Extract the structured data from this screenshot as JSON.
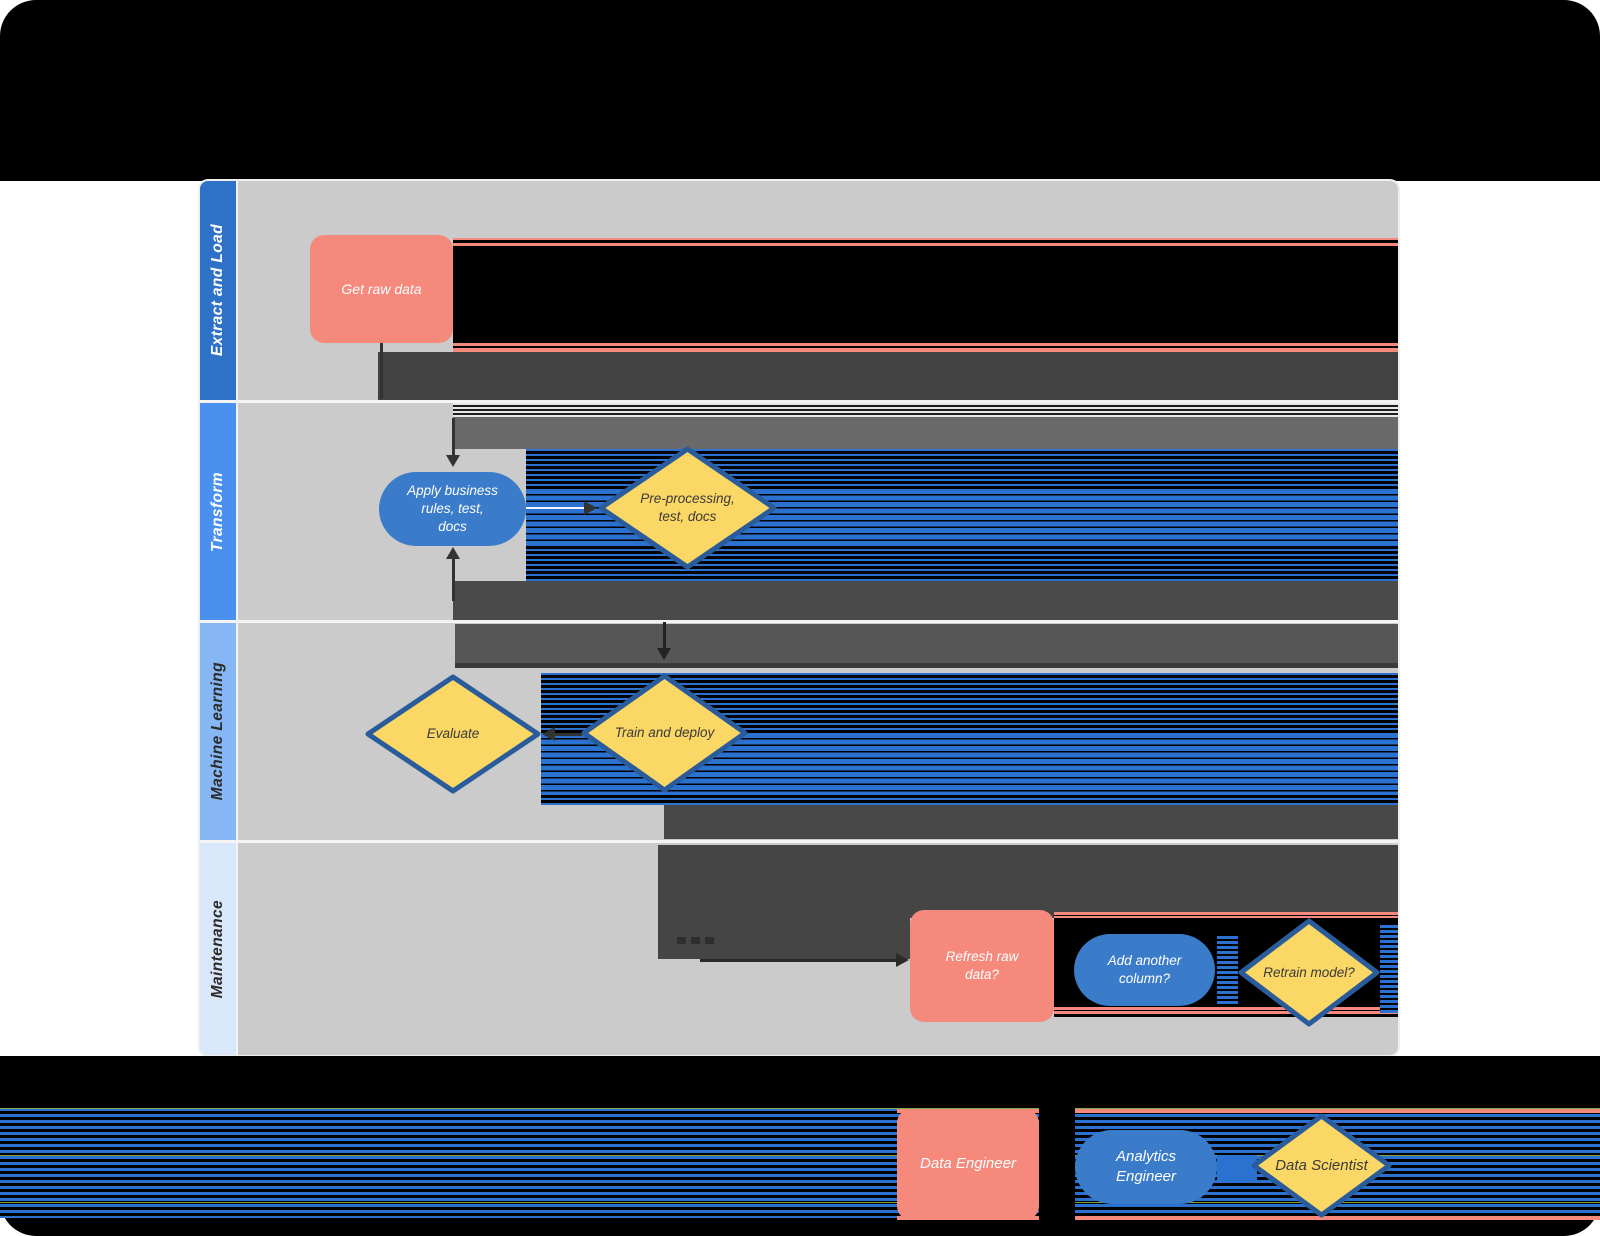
{
  "diagram": {
    "lanes": [
      {
        "id": "extract",
        "label": "Extract and Load"
      },
      {
        "id": "transform",
        "label": "Transform"
      },
      {
        "id": "ml",
        "label": "Machine Learning"
      },
      {
        "id": "maintenance",
        "label": "Maintenance"
      }
    ],
    "nodes": {
      "get_raw_data": {
        "label": "Get raw data",
        "shape": "rounded-rectangle",
        "role": "Data Engineer"
      },
      "apply_rules": {
        "label": "Apply business\nrules, test,\ndocs",
        "shape": "stadium",
        "role": "Analytics Engineer"
      },
      "preprocessing": {
        "label": "Pre-processing,\ntest, docs",
        "shape": "diamond",
        "role": "Data Scientist"
      },
      "evaluate": {
        "label": "Evaluate",
        "shape": "diamond",
        "role": "Data Scientist"
      },
      "train_deploy": {
        "label": "Train and deploy",
        "shape": "diamond",
        "role": "Data Scientist"
      },
      "refresh_raw": {
        "label": "Refresh raw\ndata?",
        "shape": "rounded-rectangle",
        "role": "Data Engineer"
      },
      "add_column": {
        "label": "Add another\ncolumn?",
        "shape": "stadium",
        "role": "Analytics Engineer"
      },
      "retrain": {
        "label": "Retrain model?",
        "shape": "diamond",
        "role": "Data Scientist"
      }
    },
    "legend": {
      "data_engineer": {
        "label": "Data Engineer",
        "shape": "rounded-rectangle"
      },
      "analytics_engineer": {
        "label": "Analytics\nEngineer",
        "shape": "stadium"
      },
      "data_scientist": {
        "label": "Data Scientist",
        "shape": "diamond"
      }
    },
    "colors": {
      "salmon": "#F5897C",
      "node_blue": "#3A7CC9",
      "diamond_yellow": "#FBD765",
      "diamond_border": "#2A5C9C",
      "lane_header_1": "#2E72C8",
      "lane_header_2": "#4A90EE",
      "lane_header_3": "#86B6F4",
      "lane_header_4": "#D9E7FB",
      "canvas_gray": "#CBCBCB",
      "glitch_stripe_blue": "#2B71D0"
    }
  }
}
